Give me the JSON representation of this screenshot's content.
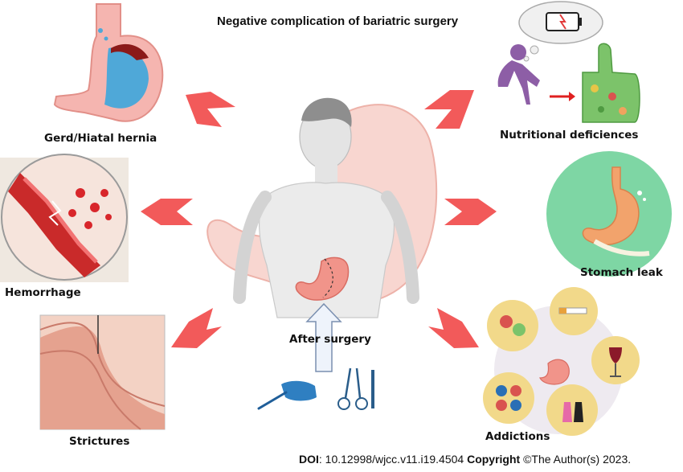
{
  "title": "Negative complication of bariatric surgery",
  "center": {
    "label": "After surgery"
  },
  "complications": {
    "gerd": "Gerd/Hiatal hernia",
    "nutrition": "Nutritional deficiences",
    "hemorrhage": "Hemorrhage",
    "leak": "Stomach leak",
    "strictures": "Strictures",
    "addictions": "Addictions"
  },
  "footer": {
    "doi_label": "DOI",
    "doi_value": ": 10.12998/wjcc.v11.i19.4504 ",
    "copyright_label": "Copyright",
    "copyright_value": " ©The Author(s) 2023."
  },
  "colors": {
    "arrow": "#f25a5a",
    "stomach": "#f4a9a2",
    "blood": "#d8262b",
    "leak_bg": "#7ed6a4",
    "addiction_bg": "#f2d98a"
  }
}
